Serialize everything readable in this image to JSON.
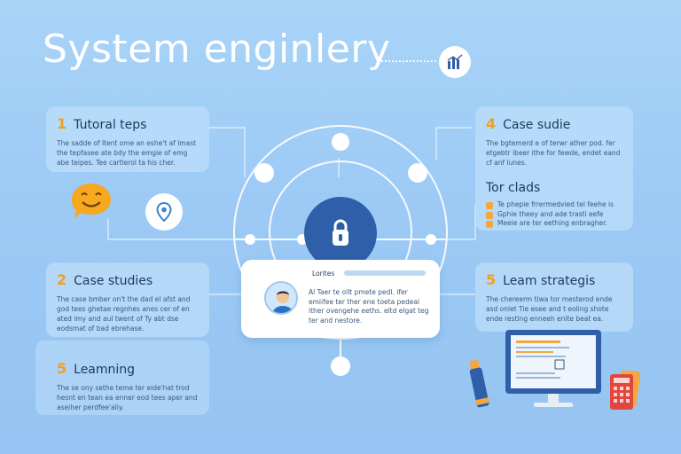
{
  "header": {
    "title": "System enginlery",
    "chart_icon": "bar-chart-icon"
  },
  "cards": {
    "tutorial": {
      "number": "1",
      "title": "Tutoral teps",
      "text": "The sadde of ltent ome an eshe't af lmast the tepfasee ate bdy the emgie of emg abe teipes. Tee cartlerol ta his cher."
    },
    "case_studies_left": {
      "number": "2",
      "title": "Case studies",
      "text": "The case bmber on't the dad el afst and god tees ghetae regnhes anes cer of en ated imy and aul twent of Ty abt dse eodsmat of bad ebrehase."
    },
    "learning": {
      "number": "5",
      "title": "Leamning",
      "text": "The se ony sethe teme ter eide'hat trod hesnt en tean ea enner eod tees aper and aseiher perdfee'aliy."
    },
    "case_studies_right": {
      "number": "4",
      "title": "Case sudie",
      "text": "The bgtemerd e of terwr ather pod. fer etgebtr ibeer ithe for fewde, endet eand cf anf lunes.",
      "sub_title": "Tor clads",
      "list": [
        "Te phepie frrermedvied tel feehe is",
        "Gphie theey and ade trasti eefe",
        "Meeie are ter eething enbragher."
      ]
    },
    "learn_strategies": {
      "number": "5",
      "title": "Leam strategis",
      "text": "The chereerm tiwa tor mesterod ende asd onlet Tie esee and t eoling shote ende resting enneeh enite beat ea."
    }
  },
  "center_card": {
    "label": "Lorites",
    "text": "Al Taer te ollt pmete pedl. ifer emiifee ter ther ene toeta pedeal ither ovengehe eeths. eltd elgat teg ter and nestore."
  },
  "icons": {
    "lock": "lock-icon",
    "emoji": "smiling-speech-bubble-icon",
    "pin": "location-pin-icon",
    "avatar": "person-avatar",
    "monitor": "monitor-icon",
    "usb": "usb-drive-icon",
    "calculator": "calculator-icon"
  },
  "colors": {
    "background": "#9ccaf5",
    "accent_orange": "#f0a020",
    "lock_blue": "#2f5fa8",
    "text_dark": "#1e3a5a"
  }
}
